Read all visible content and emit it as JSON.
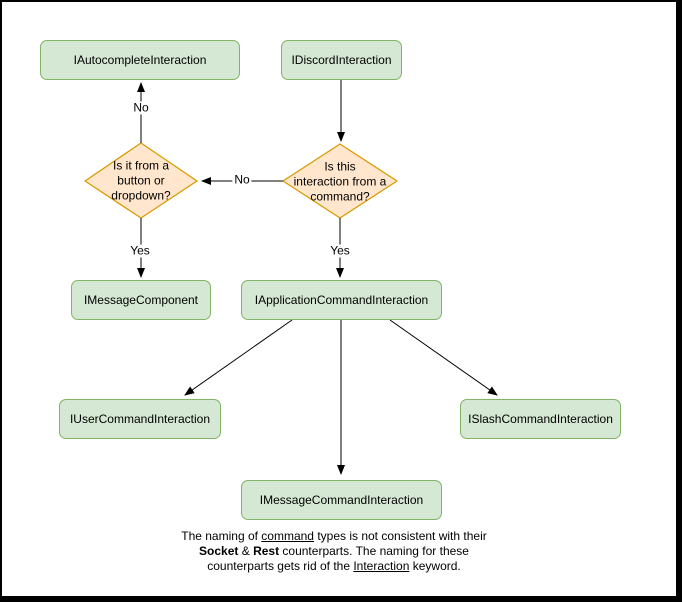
{
  "diagram": {
    "nodes": {
      "autocomplete": {
        "label": "IAutocompleteInteraction"
      },
      "discord": {
        "label": "IDiscordInteraction"
      },
      "message_component": {
        "label": "IMessageComponent"
      },
      "application_command": {
        "label": "IApplicationCommandInteraction"
      },
      "user_command": {
        "label": "IUserCommandInteraction"
      },
      "slash_command": {
        "label": "ISlashCommandInteraction"
      },
      "message_command": {
        "label": "IMessageCommandInteraction"
      }
    },
    "decisions": {
      "button_dropdown": {
        "label": "Is it from a\nbutton or\ndropdown?"
      },
      "from_command": {
        "label": "Is this\ninteraction from a\ncommand?"
      }
    },
    "edge_labels": {
      "no_to_autocomplete": "No",
      "no_to_button_dropdown": "No",
      "yes_to_message_component": "Yes",
      "yes_to_application_command": "Yes"
    },
    "colors": {
      "node_fill": "#d5e8d4",
      "node_border": "#82b366",
      "decision_fill": "#ffe6cc",
      "decision_border": "#d79b00",
      "connector": "#000000",
      "frame": "#000000",
      "canvas": "#ffffff"
    },
    "note": {
      "l1_a": "The naming of ",
      "l1_command": "command",
      "l1_b": " types is not consistent with their",
      "l2_socket": "Socket",
      "l2_a": " & ",
      "l2_rest": "Rest",
      "l2_b": " counterparts. The naming for these",
      "l3_a": "counterparts gets rid of the ",
      "l3_interaction": "Interaction",
      "l3_b": " keyword."
    }
  }
}
